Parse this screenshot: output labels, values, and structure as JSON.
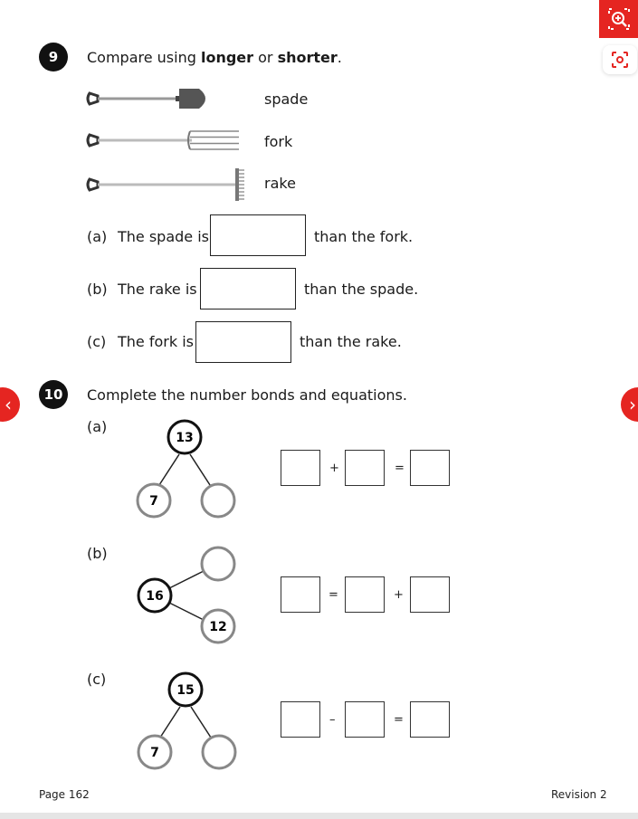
{
  "q9": {
    "number": "9",
    "prompt_pre": "Compare using ",
    "word_longer": "longer",
    "prompt_mid": " or ",
    "word_shorter": "shorter",
    "prompt_end": ".",
    "tools": [
      "spade",
      "fork",
      "rake"
    ],
    "parts": [
      {
        "label": "(a)",
        "pre": "The spade is",
        "post": "than the fork."
      },
      {
        "label": "(b)",
        "pre": "The rake is",
        "post": "than the spade."
      },
      {
        "label": "(c)",
        "pre": "The fork is",
        "post": "than the rake."
      }
    ]
  },
  "q10": {
    "number": "10",
    "prompt": "Complete the number bonds and equations.",
    "parts": [
      {
        "label": "(a)",
        "whole": "13",
        "part": "7",
        "op1": "+",
        "op2": "="
      },
      {
        "label": "(b)",
        "whole": "16",
        "part": "12",
        "op1": "=",
        "op2": "+"
      },
      {
        "label": "(c)",
        "whole": "15",
        "part": "7",
        "op1": "–",
        "op2": "="
      }
    ]
  },
  "footer": {
    "page": "Page 162",
    "section": "Revision 2"
  },
  "colors": {
    "accent": "#e52521",
    "ink": "#111111",
    "circle_grey": "#888888"
  },
  "icons": {
    "zoom": "zoom-in-icon",
    "focus": "focus-icon",
    "prev": "chevron-left-icon",
    "next": "chevron-right-icon"
  }
}
